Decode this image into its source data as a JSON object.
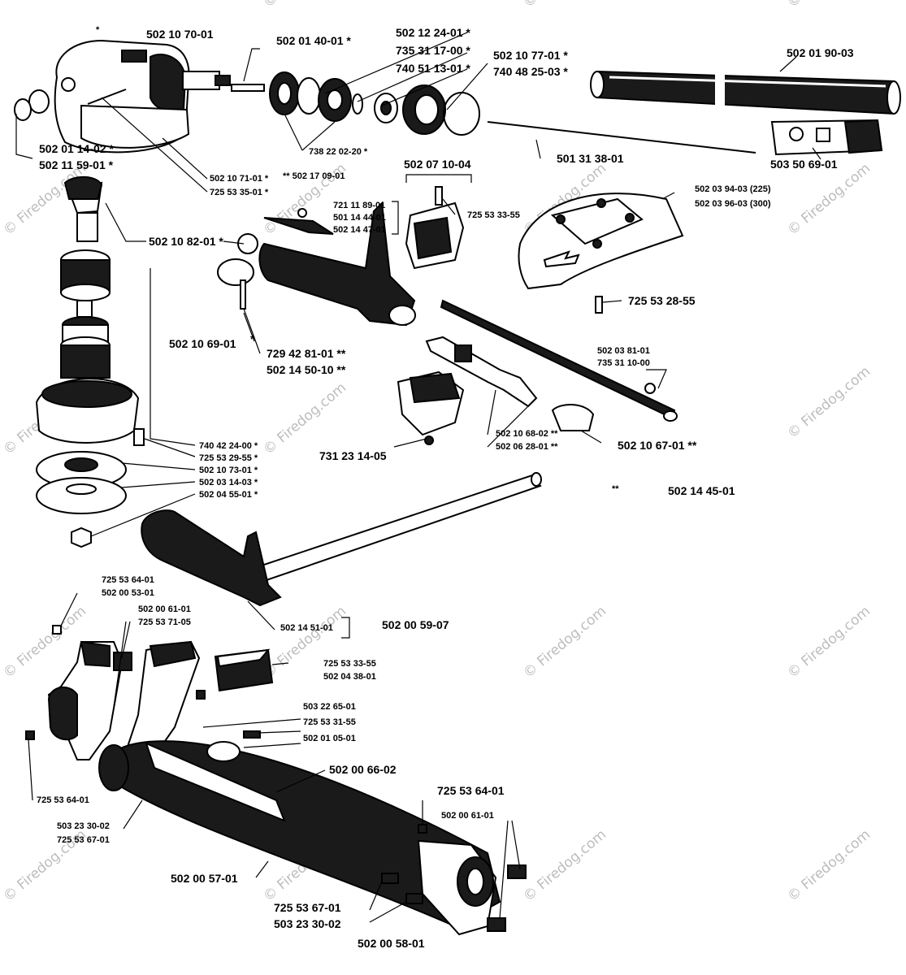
{
  "diagram": {
    "labels": {
      "l_502_10_70_01": "502 10 70-01",
      "l_star_top": "*",
      "l_502_01_40_01": "502 01 40-01  *",
      "l_502_12_24_01": "502 12 24-01  *",
      "l_735_31_17_00": "735 31 17-00  *",
      "l_740_51_13_01": "740 51 13-01  *",
      "l_502_10_77_01": "502 10 77-01  *",
      "l_740_48_25_03": "740 48 25-03  *",
      "l_502_01_90_03": "502 01 90-03",
      "l_502_01_14_02": "502 01 14-02  *",
      "l_502_11_59_01": "502 11 59-01  *",
      "l_738_22_02_20": "738 22 02-20  *",
      "l_501_31_38_01": "501 31 38-01",
      "l_503_50_69_01": "503 50 69-01",
      "l_502_10_71_01": "502 10 71-01  *",
      "l_502_17_09_01": "**  502 17 09-01",
      "l_725_53_35_01": "725 53 35-01  *",
      "l_502_07_10_04": "502 07 10-04",
      "l_725_53_33_55a": "725 53 33-55",
      "l_502_03_94_03": "502 03 94-03 (225)",
      "l_502_03_96_03": "502 03 96-03 (300)",
      "l_721_11_89_01": "721 11 89-01",
      "l_501_14_44_01": "501 14 44-01",
      "l_502_14_47_01": "502 14 47-01",
      "l_502_10_82_01": "502 10 82-01  *",
      "l_725_53_28_55": "725 53 28-55",
      "l_502_10_69_01": "502 10 69-01",
      "l_star_a": "*",
      "l_729_42_81_01": "729 42 81-01  **",
      "l_502_14_50_10": "502 14 50-10  **",
      "l_502_03_81_01": "502 03 81-01",
      "l_735_31_10_00": "735 31 10-00",
      "l_740_42_24_00": "740 42 24-00  *",
      "l_725_53_29_55": "725 53 29-55  *",
      "l_502_10_73_01": "502 10 73-01  *",
      "l_502_03_14_03": "502 03 14-03  *",
      "l_502_04_55_01": "502 04 55-01  *",
      "l_731_23_14_05": "731 23 14-05",
      "l_502_10_68_02": "502 10 68-02  **",
      "l_502_06_28_01": "502 06 28-01  **",
      "l_502_10_67_01": "502 10 67-01  **",
      "l_502_14_45_01_star": "**",
      "l_502_14_45_01": "502 14 45-01",
      "l_725_53_64_01a": "725 53 64-01",
      "l_502_00_53_01": "502 00 53-01",
      "l_502_00_61_01a": "502 00 61-01",
      "l_725_53_71_05": "725 53 71-05",
      "l_502_14_51_01": "502 14 51-01",
      "l_502_00_59_07": "502 00 59-07",
      "l_725_53_33_55b": "725 53 33-55",
      "l_502_04_38_01": "502 04 38-01",
      "l_503_22_65_01": "503 22 65-01",
      "l_725_53_31_55": "725 53 31-55",
      "l_502_01_05_01": "502 01 05-01",
      "l_502_00_66_02": "502 00 66-02",
      "l_725_53_64_01b": "725 53 64-01",
      "l_502_00_61_01b": "502 00 61-01",
      "l_725_53_64_01c": "725 53 64-01",
      "l_503_23_30_02a": "503 23 30-02",
      "l_725_53_67_01a": "725 53 67-01",
      "l_502_00_57_01": "502 00 57-01",
      "l_725_53_67_01b": "725 53 67-01",
      "l_503_23_30_02b": "503 23 30-02",
      "l_bottom_cut": "502 00 58-01"
    },
    "watermark": "© Firedog.com"
  }
}
